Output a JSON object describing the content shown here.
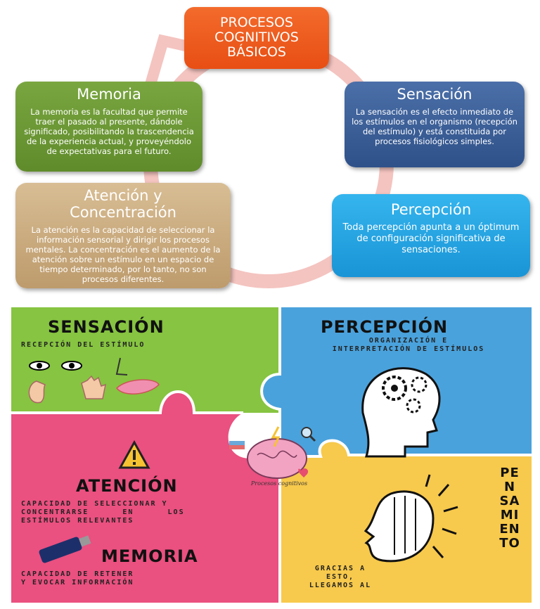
{
  "cycle": {
    "title": "PROCESOS COGNITIVOS BÁSICOS",
    "title_lines": [
      "PROCESOS",
      "COGNITIVOS",
      "BÁSICOS"
    ],
    "boxes": [
      {
        "key": "sensacion",
        "title": "Sensación",
        "text": "La sensación es el efecto inmediato de los estímulos en el organismo (recepción del estímulo) y está constituida por procesos fisiológicos simples.",
        "color": "#3a5e98"
      },
      {
        "key": "percepcion",
        "title": "Percepción",
        "text": "Toda percepción apunta a un óptimum de configuración significativa de sensaciones.",
        "color": "#23a3e2"
      },
      {
        "key": "memoria",
        "title": "Memoria",
        "text": "La memoria es la facultad que permite traer el pasado al presente, dándole significado, posibilitando la trascendencia de la experiencia actual, y proveyéndolo de expectativas para el futuro.",
        "color": "#6c9834"
      },
      {
        "key": "atencion",
        "title_lines": [
          "Atención y",
          "Concentración"
        ],
        "text": "La atención es la capacidad de seleccionar la información sensorial y dirigir los procesos mentales. La concentración es el aumento de la atención sobre un estímulo en un espacio de tiempo determinado, por lo tanto, no son procesos diferentes.",
        "color": "#c9a97a"
      }
    ],
    "title_color": "#ec5a1c",
    "arrow_color": "#f4c4c0"
  },
  "puzzle": {
    "sensacion": {
      "title": "SENSACIÓN",
      "subtitle": "RECEPCIÓN DEL ESTÍMULO",
      "color": "#86c441"
    },
    "percepcion": {
      "title": "PERCEPCIÓN",
      "subtitle_lines": [
        "ORGANIZACIÓN E",
        "INTERPRETACIÓN DE ESTÍMULOS"
      ],
      "color": "#4aa2dc"
    },
    "atencion": {
      "title": "ATENCIÓN",
      "subtitle_lines": [
        "CAPACIDAD DE SELECCIONAR Y",
        "CONCENTRARSE      EN      LOS",
        "ESTÍMULOS RELEVANTES"
      ],
      "color": "#ea5080"
    },
    "memoria": {
      "title": "MEMORIA",
      "subtitle_lines": [
        "CAPACIDAD DE RETENER",
        "Y EVOCAR INFORMACIÓN"
      ]
    },
    "pensamiento": {
      "title": "PENSAMIENTO",
      "note_lines": [
        "GRACIAS A",
        "ESTO,",
        "LLEGAMOS AL"
      ],
      "color": "#f7c94c"
    },
    "center_caption": "Procesos cognitivos"
  }
}
